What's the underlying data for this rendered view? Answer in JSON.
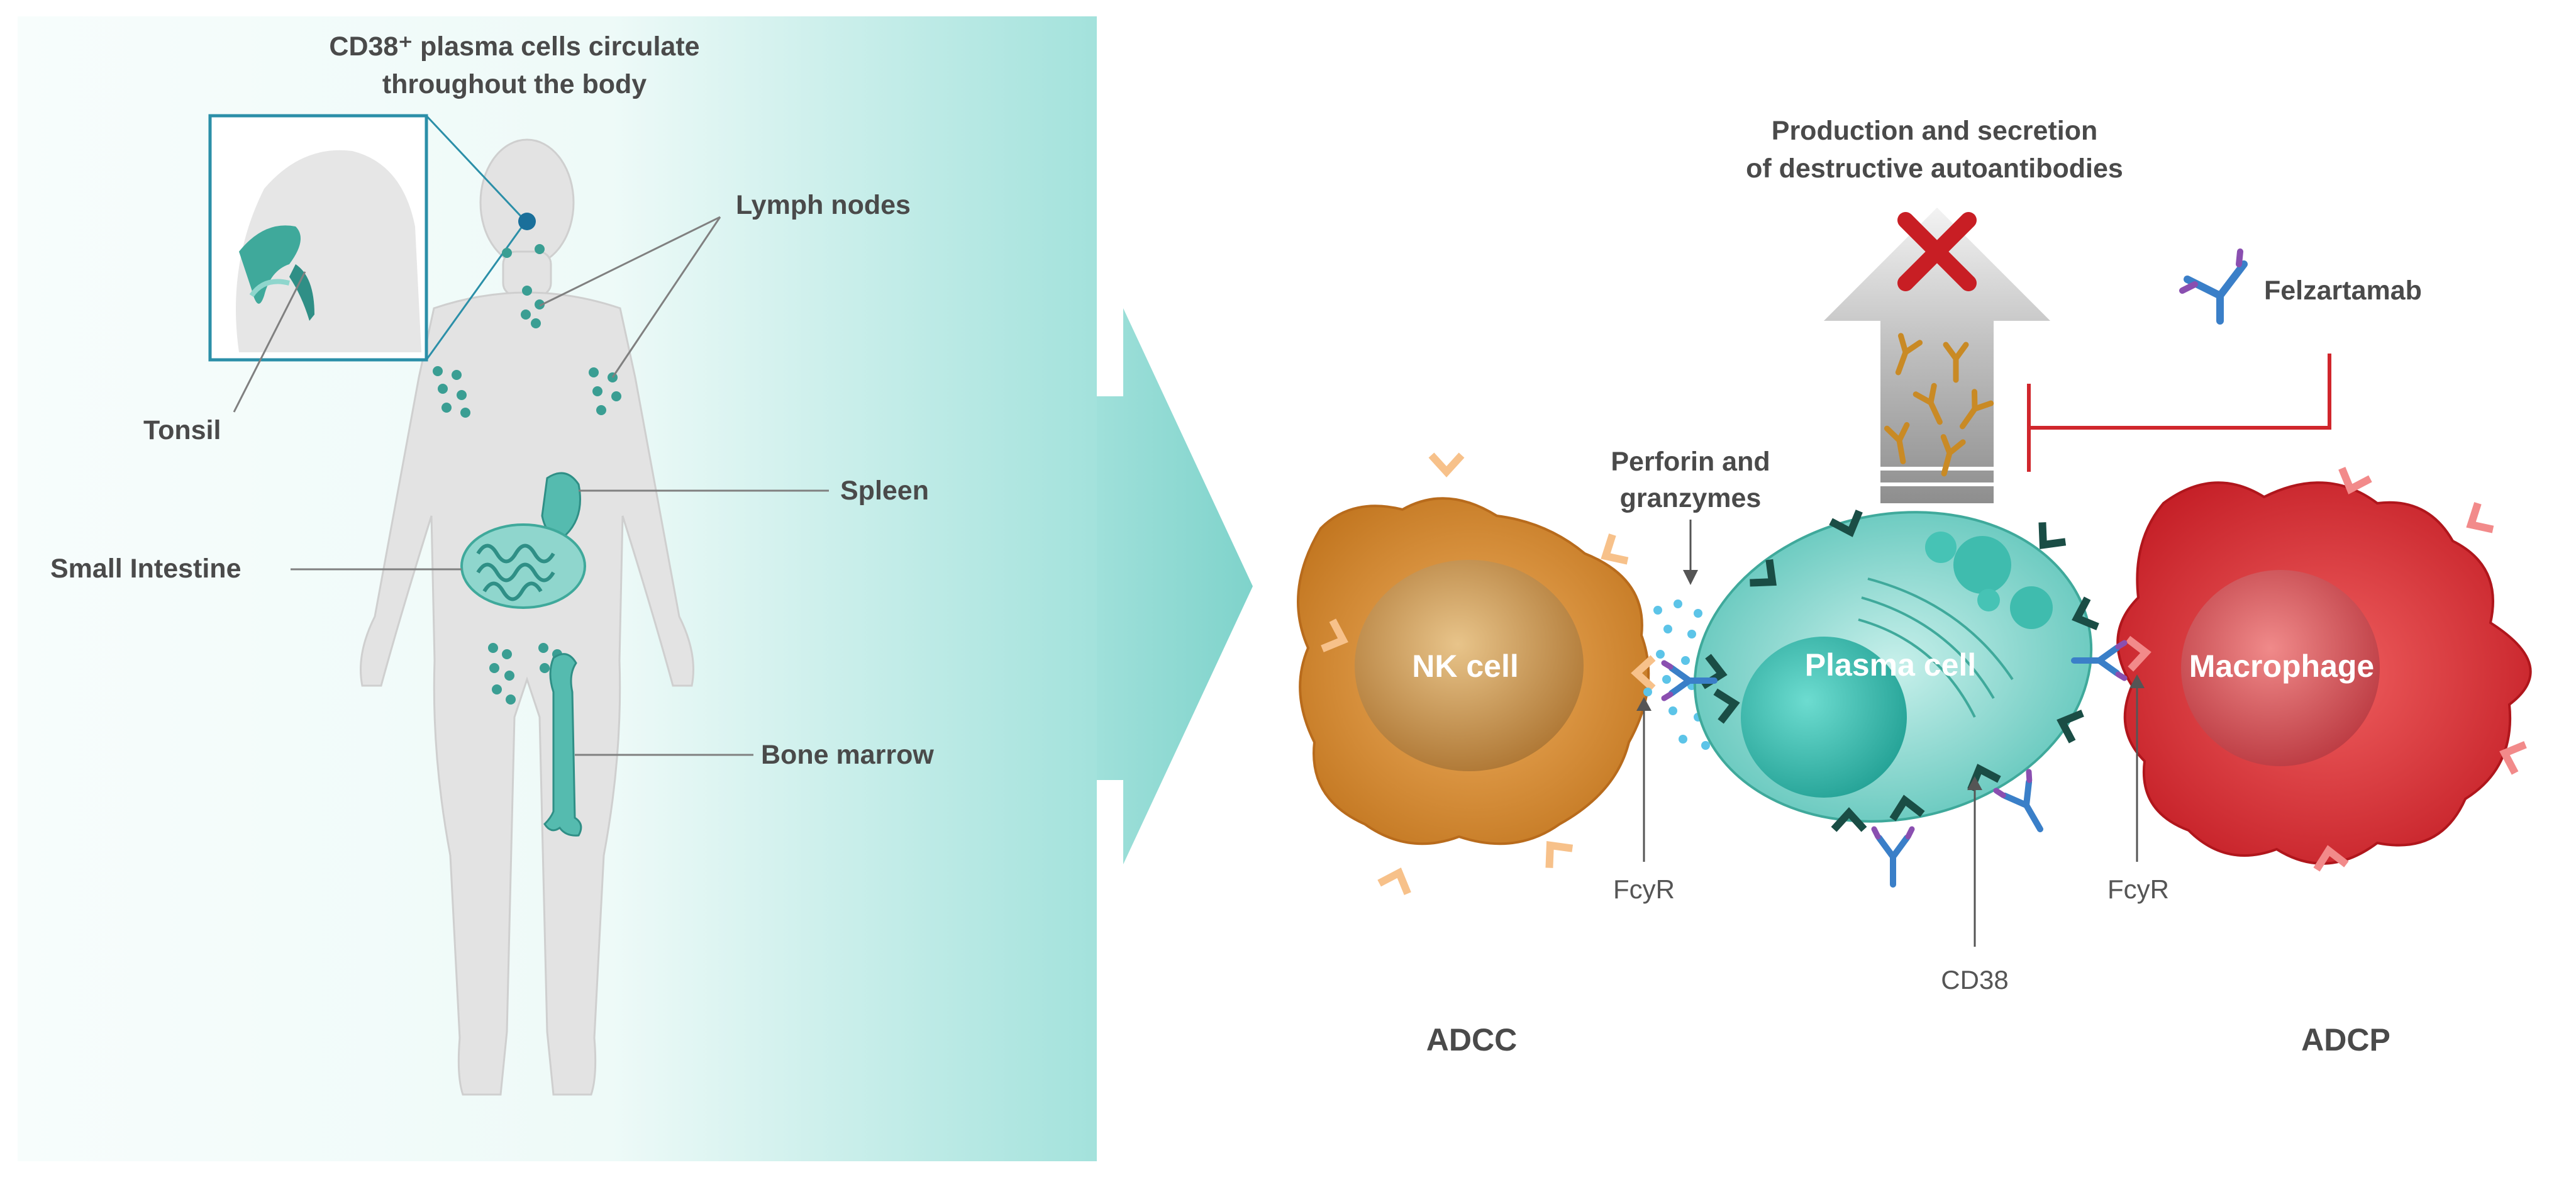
{
  "left_panel": {
    "title_line1": "CD38⁺ plasma cells circulate",
    "title_line2": "throughout the body",
    "labels": {
      "lymph_nodes": "Lymph nodes",
      "tonsil": "Tonsil",
      "spleen": "Spleen",
      "small_intestine": "Small Intestine",
      "bone_marrow": "Bone marrow"
    }
  },
  "right_panel": {
    "secretion_line1": "Production and secretion",
    "secretion_line2": "of destructive autoantibodies",
    "drug_legend": "Felzartamab",
    "perforin_line1": "Perforin and",
    "perforin_line2": "granzymes",
    "cells": {
      "nk": "NK cell",
      "plasma": "Plasma cell",
      "macrophage": "Macrophage"
    },
    "receptors": {
      "fcyr_left": "FcyR",
      "fcyr_right": "FcyR",
      "cd38": "CD38"
    },
    "mechanisms": {
      "adcc": "ADCC",
      "adcp": "ADCP"
    }
  },
  "colors": {
    "teal_panel": "#a8e4df",
    "teal_dark": "#2f8f86",
    "nk": "#d4882e",
    "macrophage": "#d42a30",
    "plasma": "#6fd0c6",
    "inhibit_red": "#d0262c",
    "autoantibody": "#c98a25",
    "felz_blue": "#3a7fc8",
    "felz_purple": "#8a4fb0"
  }
}
